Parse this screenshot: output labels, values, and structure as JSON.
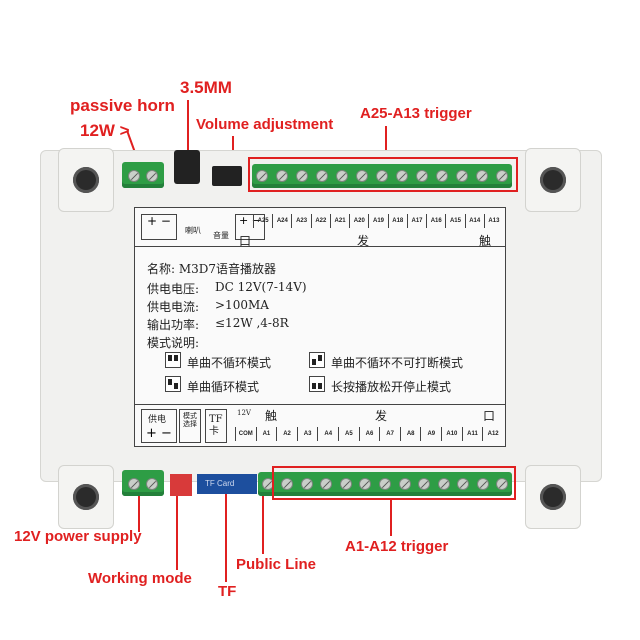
{
  "labels": {
    "passive_horn": "passive horn",
    "horn_watt": "12W >",
    "jack": "3.5MM",
    "volume": "Volume adjustment",
    "top_trigger": "A25-A13 trigger",
    "power": "12V power supply",
    "mode": "Working mode",
    "tf": "TF",
    "public": "Public Line",
    "bottom_trigger": "A1-A12 trigger"
  },
  "panel": {
    "name": "名称: M3D7语音播放器",
    "voltage_label": "供电电压:",
    "voltage_value": "DC 12V(7-14V)",
    "current_label": "供电电流:",
    "current_value": ">100MA",
    "power_label": "输出功率:",
    "power_value": "≤12W ,4-8R",
    "mode_title": "模式说明:",
    "mode1": "单曲不循环模式",
    "mode2": "单曲不循环不可打断模式",
    "mode3": "单曲循环模式",
    "mode4": "长按播放松开停止模式",
    "top_pins": [
      "A25",
      "A24",
      "A23",
      "A22",
      "A21",
      "A20",
      "A19",
      "A18",
      "A17",
      "A16",
      "A15",
      "A14",
      "A13"
    ],
    "bottom_pins": [
      "COM",
      "A1",
      "A2",
      "A3",
      "A4",
      "A5",
      "A6",
      "A7",
      "A8",
      "A9",
      "A10",
      "A11",
      "A12"
    ],
    "top_chars": [
      "口",
      "发",
      "触"
    ],
    "bottom_chars": [
      "触",
      "发",
      "口"
    ],
    "bottom_left_top": "12V",
    "power_box": "供电",
    "mode_box": "模式选择",
    "tf_box": "TF卡",
    "speaker_label": "喇叭",
    "volume_label": "音量",
    "sd_label": "TF Card"
  },
  "colors": {
    "callout": "#e02020",
    "terminal": "#2e9d45"
  }
}
